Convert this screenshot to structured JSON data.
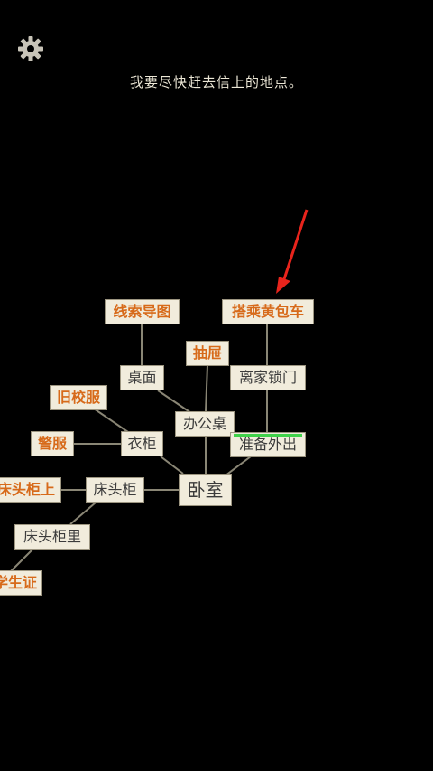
{
  "hint_text": "我要尽快赶去信上的地点。",
  "settings_icon": "gear-icon",
  "colors": {
    "background": "#000000",
    "node_bg": "#f1ecdc",
    "clue_text": "#d76a1a",
    "normal_text": "#3b3b3b",
    "line": "#8a8675",
    "progress": "#3fd24a",
    "arrow": "#e8241c"
  },
  "nodes": {
    "xiansuo_daotu": "线索导图",
    "dacheng_huangbaoche": "搭乘黄包车",
    "chouti": "抽屉",
    "zhuomian": "桌面",
    "lijia_suomen": "离家锁门",
    "jiu_xiaofu": "旧校服",
    "bangongzhuo": "办公桌",
    "jingfu": "警服",
    "yigui": "衣柜",
    "zhunbei_waichu": "准备外出",
    "chuangtougui_shang": "床头柜上",
    "chuangtougui": "床头柜",
    "woshi": "卧室",
    "chuangtougui_li": "床头柜里",
    "xueshengzheng": "学生证"
  }
}
